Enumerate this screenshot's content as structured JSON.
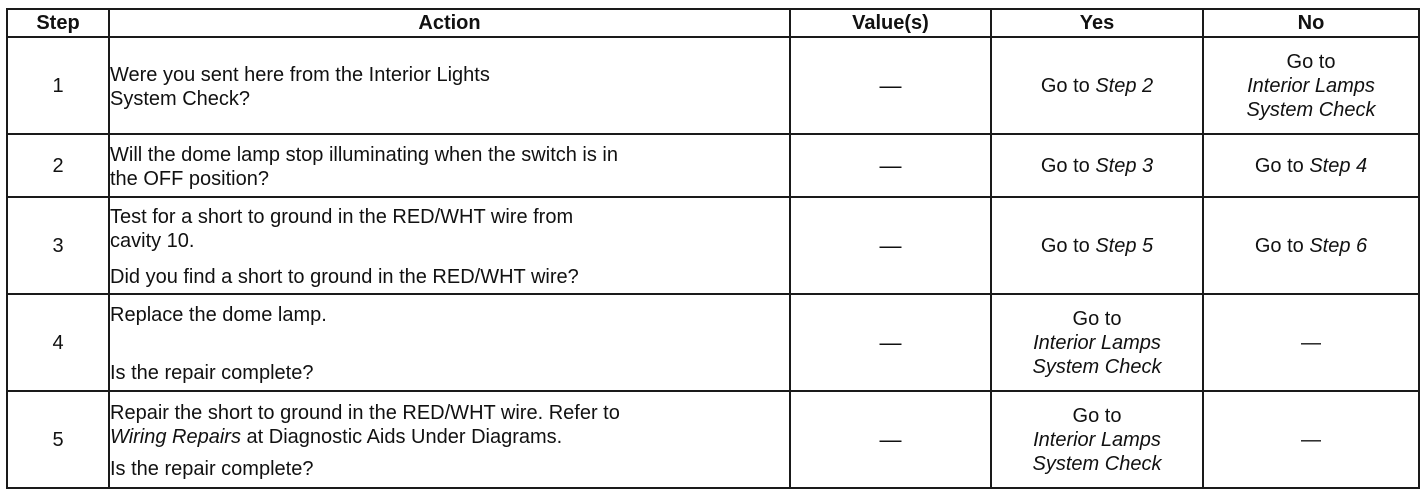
{
  "headers": {
    "step": "Step",
    "action": "Action",
    "values": "Value(s)",
    "yes": "Yes",
    "no": "No"
  },
  "rows": [
    {
      "step": "1",
      "action_line1": "Were you sent here from the Interior Lights",
      "action_line2": "System Check?",
      "value": "—",
      "yes_prefix": "Go to ",
      "yes_ref": "Step 2",
      "no_line1": "Go to",
      "no_line2": "Interior Lamps",
      "no_line3": "System Check"
    },
    {
      "step": "2",
      "action_line1": "Will the dome lamp stop illuminating when the switch is in",
      "action_line2": "the OFF position?",
      "value": "—",
      "yes_prefix": "Go to ",
      "yes_ref": "Step 3",
      "no_prefix": "Go to ",
      "no_ref": "Step 4"
    },
    {
      "step": "3",
      "action_line1": "Test for a short to ground in the RED/WHT wire from",
      "action_line2": "cavity 10.",
      "action_line3": "Did you find a short to ground in the RED/WHT wire?",
      "value": "—",
      "yes_prefix": "Go to ",
      "yes_ref": "Step 5",
      "no_prefix": "Go to ",
      "no_ref": "Step 6"
    },
    {
      "step": "4",
      "action_line1": "Replace the dome lamp.",
      "action_line2": "Is the repair complete?",
      "value": "—",
      "yes_line1": "Go to",
      "yes_line2": "Interior Lamps",
      "yes_line3": "System Check",
      "no": "—"
    },
    {
      "step": "5",
      "action_line1": "Repair the short to ground in the RED/WHT wire. Refer to",
      "action_line2_ref": "Wiring Repairs",
      "action_line2_rest": " at Diagnostic Aids Under Diagrams.",
      "action_line3": "Is the repair complete?",
      "value": "—",
      "yes_line1": "Go to",
      "yes_line2": "Interior Lamps",
      "yes_line3": "System Check",
      "no": "—"
    }
  ]
}
